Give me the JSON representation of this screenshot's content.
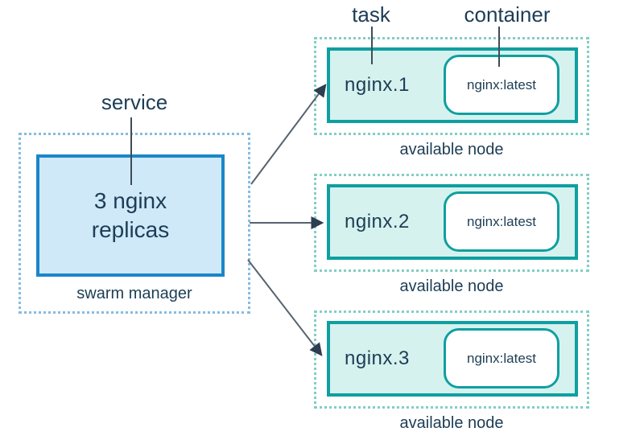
{
  "annotations": {
    "service": "service",
    "task": "task",
    "container": "container"
  },
  "swarm_manager": {
    "service_text": "3 nginx\nreplicas",
    "caption": "swarm manager"
  },
  "nodes": [
    {
      "task_name": "nginx.1",
      "container_image": "nginx:latest",
      "caption": "available node"
    },
    {
      "task_name": "nginx.2",
      "container_image": "nginx:latest",
      "caption": "available node"
    },
    {
      "task_name": "nginx.3",
      "container_image": "nginx:latest",
      "caption": "available node"
    }
  ],
  "colors": {
    "text_navy": "#1d3d55",
    "service_border": "#1b86c9",
    "service_fill": "#cfe9f9",
    "service_dotted": "#85bce2",
    "node_border": "#0f9fa0",
    "node_fill": "#d5f2ef",
    "node_dotted": "#82cec5",
    "arrow_line": "#57636f",
    "arrow_head": "#2c3e50",
    "leader_line": "#3e4c59"
  }
}
